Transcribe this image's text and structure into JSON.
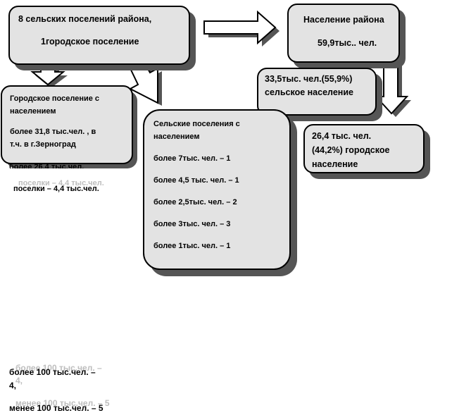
{
  "box1": {
    "line1": "8 сельских поселений района,",
    "line2": "1городское поселение"
  },
  "box2": {
    "line1": "Население района",
    "line2": "59,9тыс.. чел."
  },
  "box3": {
    "line1": "Городское поселение с",
    "line2": "населением",
    "line3": "более 31,8 тыс.чел. , в",
    "line4": "т.ч. в г.Зерноград"
  },
  "box4": {
    "line1": "33,5тыс. чел.(55,9%)",
    "line2": "сельское население"
  },
  "box5": {
    "line1": "Сельские поселения с",
    "line2": "населением",
    "items": [
      "более 7тыс. чел. – 1",
      "более 4,5 тыс. чел. – 1",
      "более 2,5тыс. чел. – 2",
      "более 3тыс. чел. – 3",
      "более 1тыс. чел. – 1"
    ]
  },
  "box6": {
    "line1": "26,4 тыс. чел.",
    "line2": "(44,2%) городское",
    "line3": "население"
  },
  "overflow": {
    "under_box3": "более 26,4 тыс.чел.",
    "settlements_ghost": "поселки – 4,4 тыс.чел.",
    "settlements": "поселки – 4,4 тыс.чел.",
    "more100_ghost": "более 100 тыс.чел. –",
    "more100": "более 100 тыс.чел. –",
    "four_ghost": "4,",
    "four": "4,",
    "less100_ghost": "менее 100 тыс.чел. – 5",
    "less100": "менее 100 тыс.чел. – 5"
  }
}
